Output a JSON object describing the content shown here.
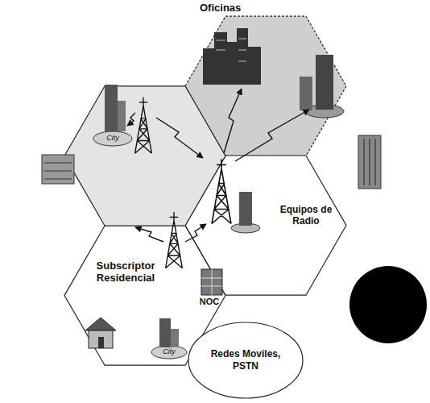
{
  "diagram": {
    "nodes": [
      {
        "text": [
          "Oficinas"
        ]
      },
      {
        "text": [
          "Equipos de Radio"
        ]
      },
      {
        "text": [
          "Subscriptor Residencial"
        ]
      },
      {
        "text": [
          "Redes Moviles, PSTN"
        ]
      }
    ],
    "labels": [
      "City",
      "NOC",
      "City"
    ]
  }
}
